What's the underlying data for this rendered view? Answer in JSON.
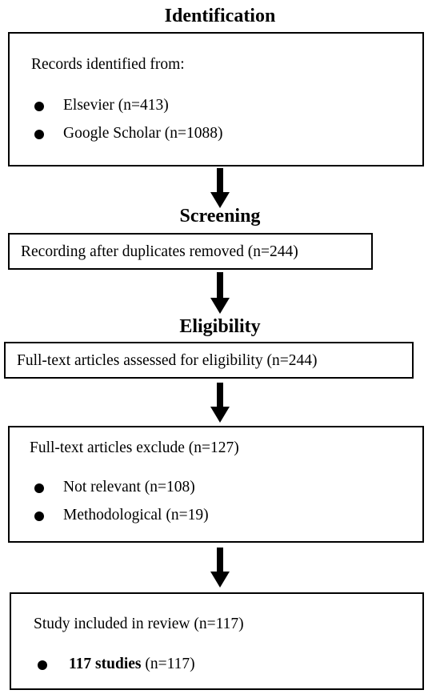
{
  "headings": {
    "identification": "Identification",
    "screening": "Screening",
    "eligibility": "Eligibility"
  },
  "identification_box": {
    "title": "Records identified from:",
    "items": [
      "Elsevier (n=413)",
      "Google Scholar (n=1088)"
    ]
  },
  "screening_box": {
    "text": "Recording after duplicates removed (n=244)"
  },
  "eligibility_box": {
    "text": "Full-text articles assessed for eligibility (n=244)"
  },
  "exclusion_box": {
    "title": "Full-text articles exclude (n=127)",
    "items": [
      "Not relevant (n=108)",
      "Methodological (n=19)"
    ]
  },
  "included_box": {
    "title": "Study included in review (n=117)",
    "item_bold": "117 studies",
    "item_rest": " (n=117)"
  }
}
